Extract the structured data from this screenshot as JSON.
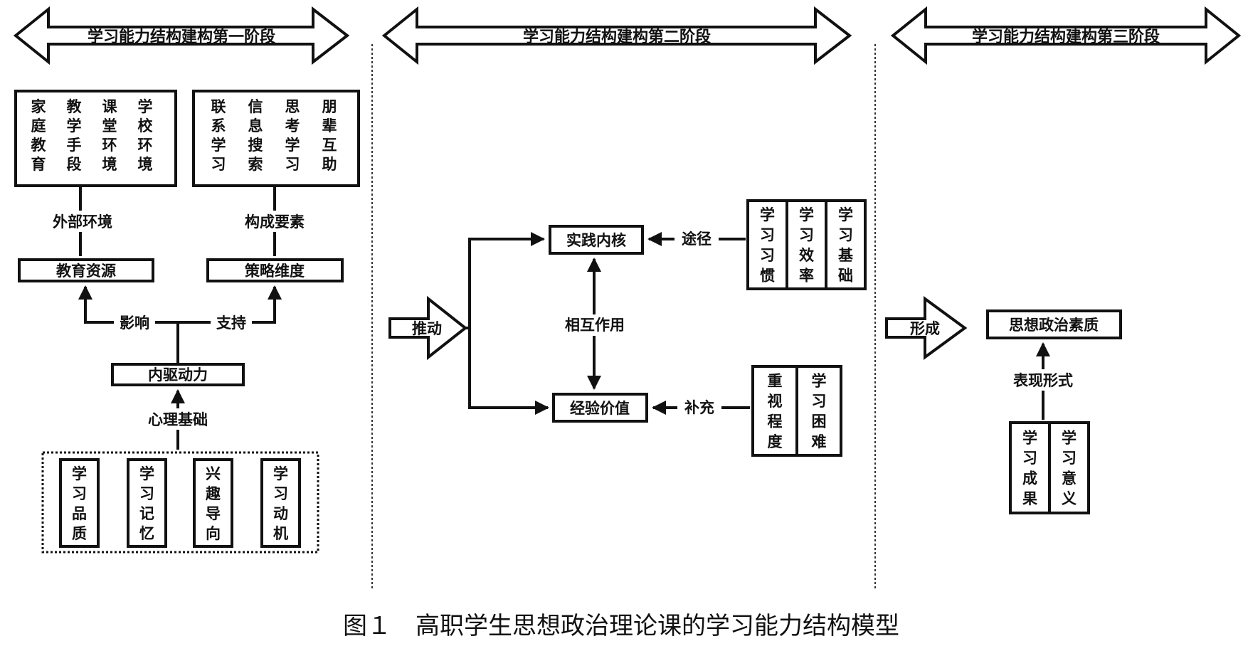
{
  "stage_headers": [
    "学习能力结构建构第一阶段",
    "学习能力结构建构第二阶段",
    "学习能力结构建构第三阶段"
  ],
  "stage1": {
    "environment_grid": [
      [
        "家",
        "教",
        "课",
        "学"
      ],
      [
        "庭",
        "学",
        "堂",
        "校"
      ],
      [
        "教",
        "手",
        "环",
        "环"
      ],
      [
        "育",
        "段",
        "境",
        "境"
      ]
    ],
    "strategy_grid": [
      [
        "联",
        "信",
        "思",
        "朋"
      ],
      [
        "系",
        "息",
        "考",
        "辈"
      ],
      [
        "学",
        "搜",
        "学",
        "互"
      ],
      [
        "习",
        "索",
        "习",
        "助"
      ]
    ],
    "label_external_env": "外部环境",
    "label_components": "构成要素",
    "box_edu_resources": "教育资源",
    "box_strategy_dim": "策略维度",
    "label_influence": "影响",
    "label_support": "支持",
    "box_inner_drive": "内驱动力",
    "label_psych_base": "心理基础",
    "psych_items": [
      "学习品质",
      "学习记忆",
      "兴趣导向",
      "学习动机"
    ]
  },
  "stage2": {
    "push_label": "推动",
    "box_practice_core": "实践内核",
    "box_experience_value": "经验价值",
    "label_interaction": "相互作用",
    "label_path": "途径",
    "label_supplement": "补充",
    "path_items": [
      "学习习惯",
      "学习效率",
      "学习基础"
    ],
    "supplement_items": [
      "重视程度",
      "学习困难"
    ]
  },
  "stage3": {
    "form_label": "形成",
    "box_quality": "思想政治素质",
    "label_expression": "表现形式",
    "expression_items": [
      "学习成果",
      "学习意义"
    ]
  },
  "caption": "图１　高职学生思想政治理论课的学习能力结构模型"
}
